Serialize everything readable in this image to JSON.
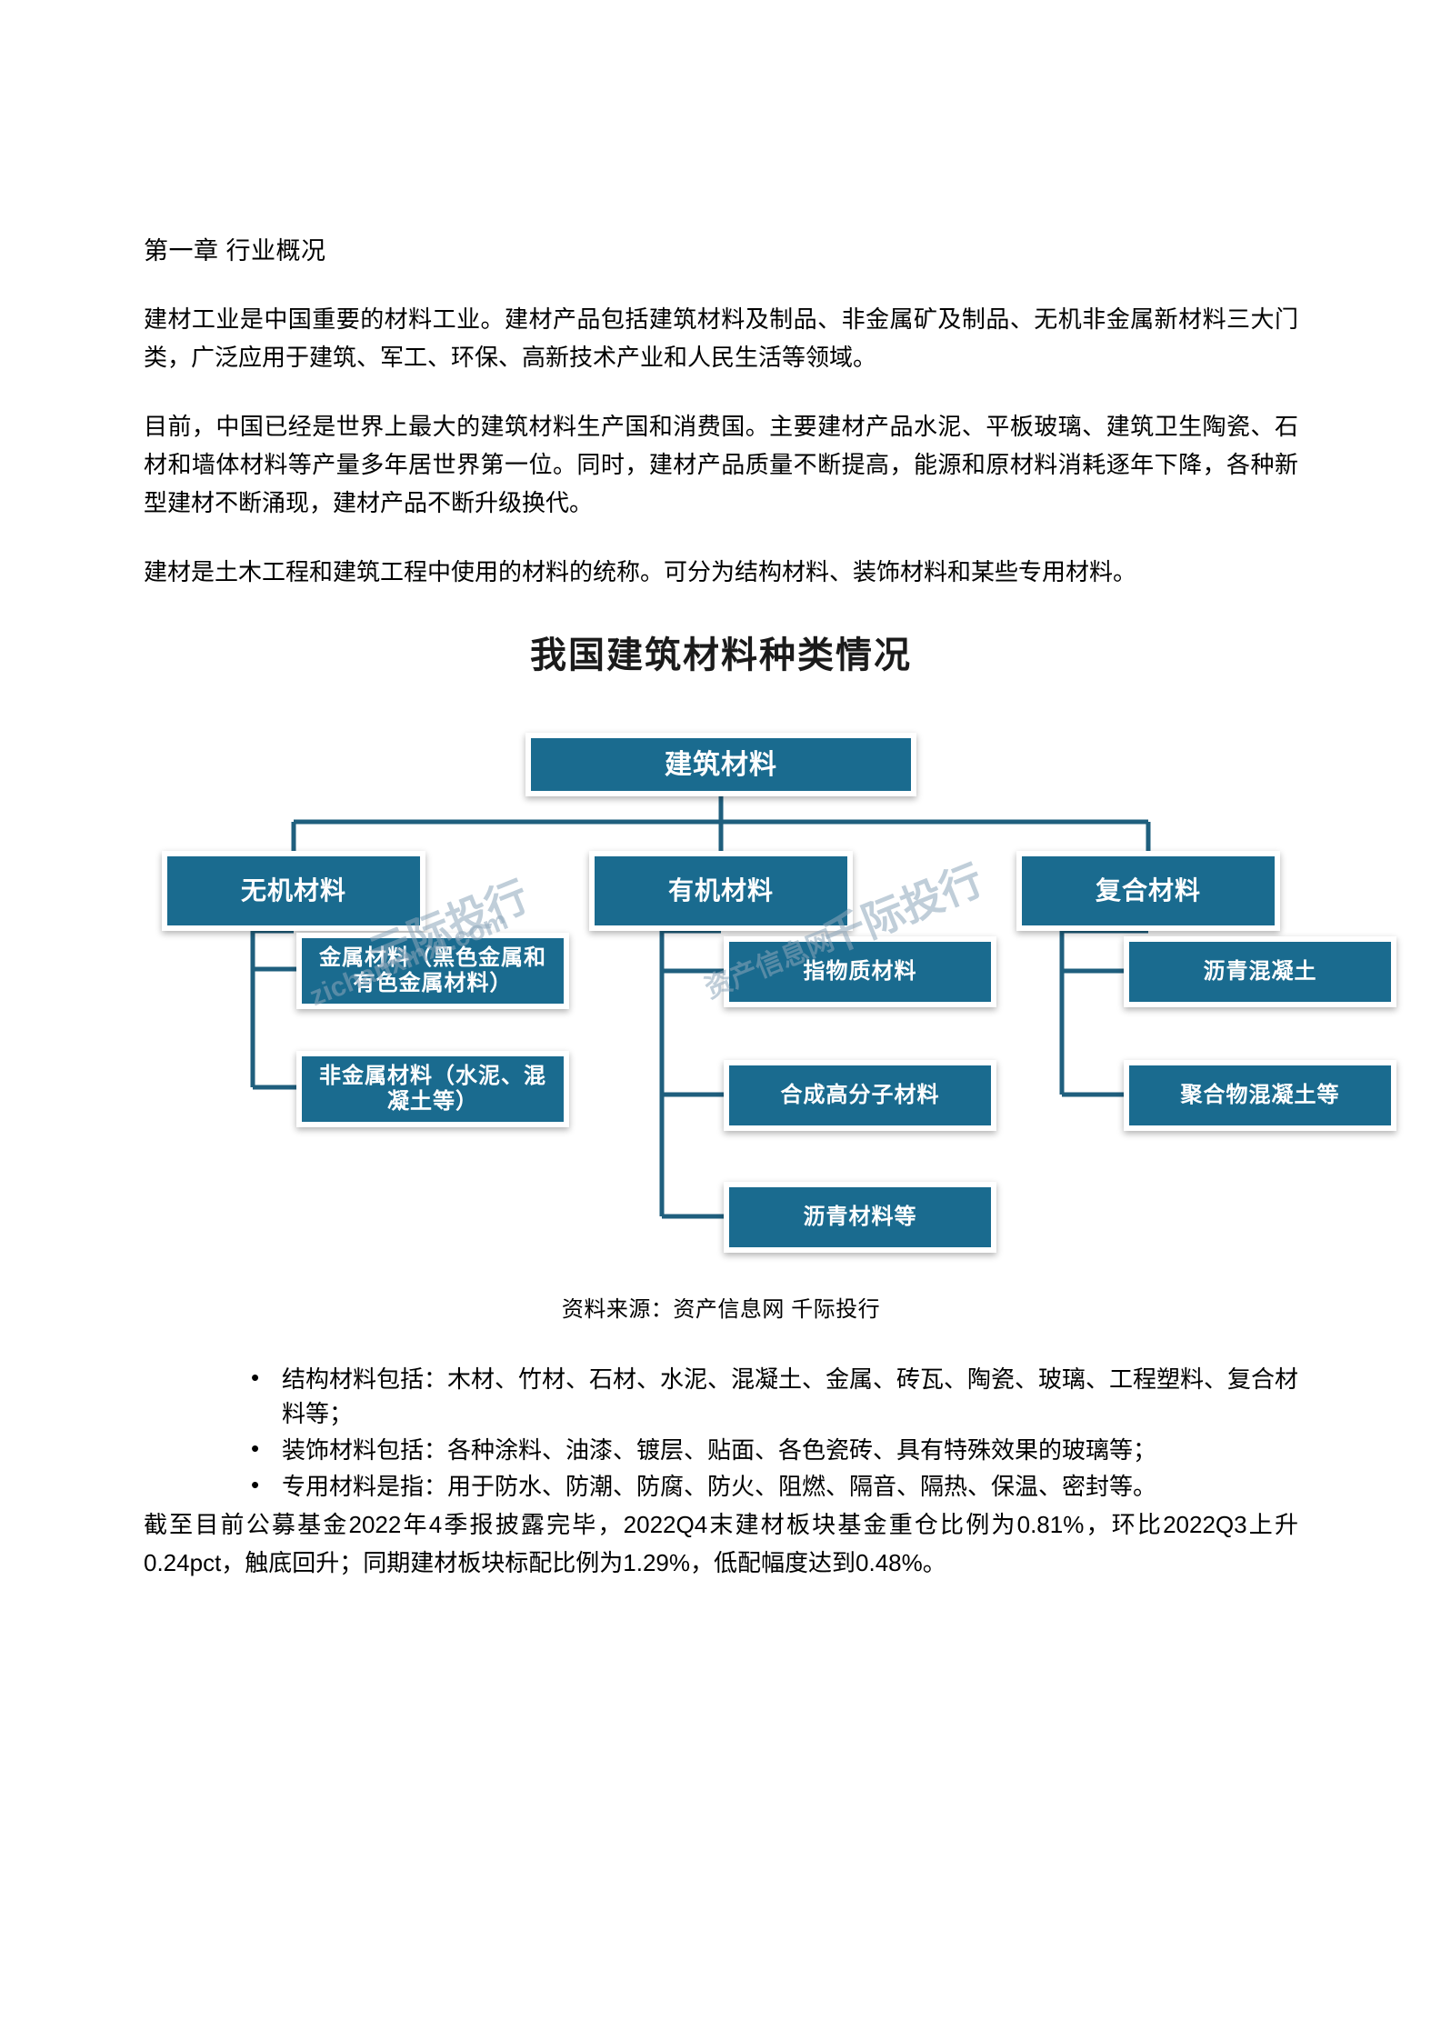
{
  "document": {
    "heading": "第一章 行业概况",
    "paragraphs": [
      "建材工业是中国重要的材料工业。建材产品包括建筑材料及制品、非金属矿及制品、无机非金属新材料三大门类，广泛应用于建筑、军工、环保、高新技术产业和人民生活等领域。",
      "目前，中国已经是世界上最大的建筑材料生产国和消费国。主要建材产品水泥、平板玻璃、建筑卫生陶瓷、石材和墙体材料等产量多年居世界第一位。同时，建材产品质量不断提高，能源和原材料消耗逐年下降，各种新型建材不断涌现，建材产品不断升级换代。",
      "建材是土木工程和建筑工程中使用的材料的统称。可分为结构材料、装饰材料和某些专用材料。"
    ],
    "bullets": [
      "结构材料包括：木材、竹材、石材、水泥、混凝土、金属、砖瓦、陶瓷、玻璃、工程塑料、复合材料等；",
      "装饰材料包括：各种涂料、油漆、镀层、贴面、各色瓷砖、具有特殊效果的玻璃等；",
      "专用材料是指：用于防水、防潮、防腐、防火、阻燃、隔音、隔热、保温、密封等。"
    ],
    "tail_paragraph": "截至目前公募基金2022年4季报披露完毕，2022Q4末建材板块基金重仓比例为0.81%，环比2022Q3上升0.24pct，触底回升；同期建材板块标配比例为1.29%，低配幅度达到0.48%。"
  },
  "figure": {
    "title": "我国建筑材料种类情况",
    "source": "资料来源：资产信息网 千际投行",
    "box_color": "#1a6b8f",
    "line_color": "#1f5f7e",
    "watermarks": [
      "云际投行",
      "千际投行",
      "zichanxinxi.com",
      "资产信息网"
    ],
    "nodes": {
      "root": "建筑材料",
      "branch_1": "无机材料",
      "branch_2": "有机材料",
      "branch_3": "复合材料",
      "leaf_1_1": "金属材料（黑色金属和有色金属材料）",
      "leaf_1_2": "非金属材料（水泥、混凝土等）",
      "leaf_2_1": "指物质材料",
      "leaf_2_2": "合成高分子材料",
      "leaf_2_3": "沥青材料等",
      "leaf_3_1": "沥青混凝土",
      "leaf_3_2": "聚合物混凝土等"
    }
  },
  "chart_data": {
    "type": "diagram",
    "title": "我国建筑材料种类情况",
    "root": "建筑材料",
    "branches": [
      {
        "name": "无机材料",
        "children": [
          "金属材料（黑色金属和有色金属材料）",
          "非金属材料（水泥、混凝土等）"
        ]
      },
      {
        "name": "有机材料",
        "children": [
          "指物质材料",
          "合成高分子材料",
          "沥青材料等"
        ]
      },
      {
        "name": "复合材料",
        "children": [
          "沥青混凝土",
          "聚合物混凝土等"
        ]
      }
    ]
  }
}
